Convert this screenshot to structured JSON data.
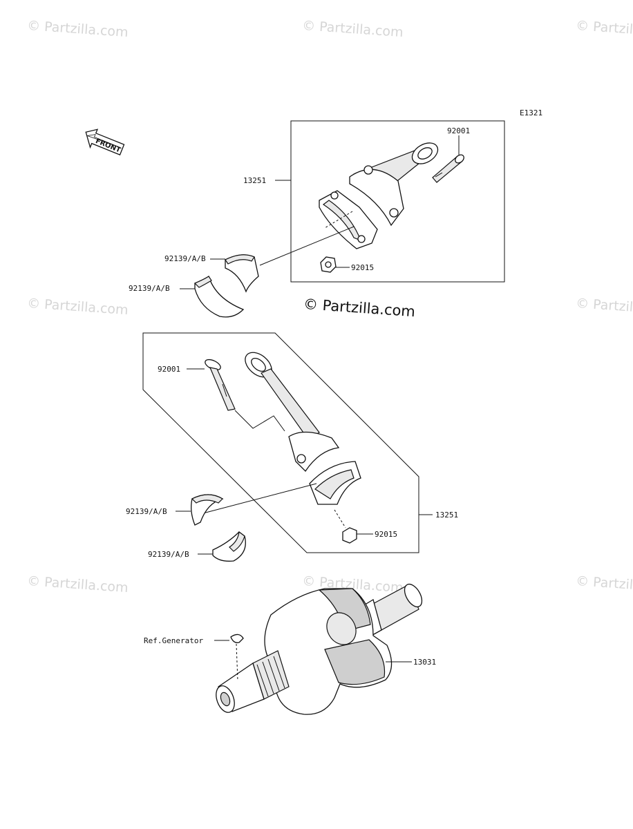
{
  "diagram_id": "E1321",
  "front_marker": "FRONT",
  "watermarks": [
    "© Partzilla.com",
    "© Partzilla.com",
    "© Partzilla.com",
    "© Partzilla.com",
    "© Partzilla.com",
    "© Partzilla.com",
    "© Partzilla.com",
    "© Partzilla.com"
  ],
  "center_watermark": "© Partzilla.com",
  "top_group": {
    "assembly": "13251",
    "bolt": "92001",
    "nut": "92015",
    "bearing_upper": "92139/A/B",
    "bearing_lower": "92139/A/B"
  },
  "middle_group": {
    "assembly": "13251",
    "bolt": "92001",
    "nut": "92015",
    "bearing_upper": "92139/A/B",
    "bearing_lower": "92139/A/B"
  },
  "crankshaft_group": {
    "crankshaft": "13031",
    "key_ref": "Ref.Generator"
  }
}
